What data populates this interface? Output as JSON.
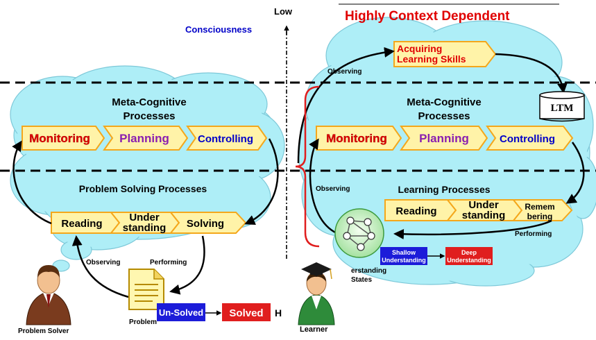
{
  "header": {
    "axis_low": "Low",
    "consciousness": "Consciousness",
    "context_title": "Highly Context Dependent"
  },
  "left": {
    "meta_title_1": "Meta-Cognitive",
    "meta_title_2": "Processes",
    "meta_steps": [
      "Monitoring",
      "Planning",
      "Controlling"
    ],
    "ps_title": "Problem Solving Processes",
    "ps_steps": [
      "Reading",
      "Under",
      "standing",
      "Solving"
    ],
    "observing": "Observing",
    "performing": "Performing",
    "problem_label": "Problem",
    "unsolved": "Un-Solved",
    "solved": "Solved",
    "h_mark": "H",
    "person_label": "Problem Solver"
  },
  "right": {
    "acquiring_1": "Acquiring",
    "acquiring_2": "Learning Skills",
    "observing_top": "Observing",
    "ltm": "LTM",
    "meta_title_1": "Meta-Cognitive",
    "meta_title_2": "Processes",
    "meta_steps": [
      "Monitoring",
      "Planning",
      "Controlling"
    ],
    "observing_mid": "Observing",
    "lp_title": "Learning Processes",
    "lp_steps": [
      "Reading",
      "Under",
      "standing",
      "Remem",
      "bering"
    ],
    "performing": "Performing",
    "shallow_1": "Shallow",
    "shallow_2": "Understanding",
    "deep_1": "Deep",
    "deep_2": "Understanding",
    "states_1": "erstanding",
    "states_2": "States",
    "person_label": "Learner"
  },
  "colors": {
    "cloud": "#aeeef7",
    "cloud_stroke": "#7dc8d8",
    "arrow_fill": "#fff3a8",
    "arrow_stroke": "#f4a71b",
    "monitoring": "#e00000",
    "planning": "#8a1fb0",
    "controlling": "#0000c8",
    "context_title": "#e00000",
    "consciousness": "#0000c8"
  }
}
